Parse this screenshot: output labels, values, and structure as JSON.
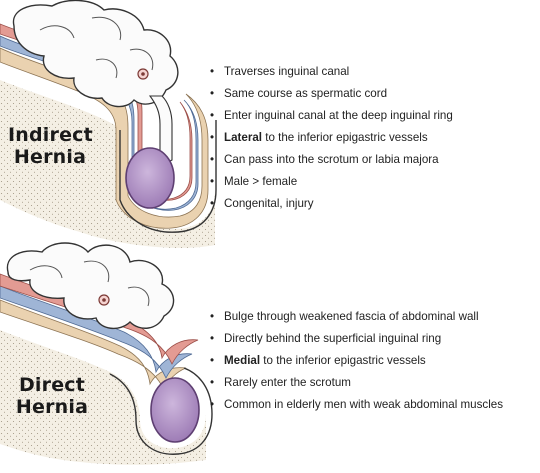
{
  "indirect": {
    "title_line1": "Indirect",
    "title_line2": "Hernia",
    "points": [
      {
        "bold": "",
        "text": "Traverses inguinal canal"
      },
      {
        "bold": "",
        "text": "Same course as spermatic cord"
      },
      {
        "bold": "",
        "text": "Enter inguinal canal at the deep inguinal ring"
      },
      {
        "bold": "Lateral",
        "text": " to the inferior epigastric vessels"
      },
      {
        "bold": "",
        "text": "Can pass into the scrotum or labia majora"
      },
      {
        "bold": "",
        "text": "Male > female"
      },
      {
        "bold": "",
        "text": "Congenital, injury"
      }
    ]
  },
  "direct": {
    "title_line1": "Direct",
    "title_line2": "Hernia",
    "points": [
      {
        "bold": "",
        "text": "Bulge through weakened fascia of abdominal wall"
      },
      {
        "bold": "",
        "text": "Directly behind the superficial inguinal ring"
      },
      {
        "bold": "Medial",
        "text": " to the inferior epigastric vessels"
      },
      {
        "bold": "",
        "text": "Rarely enter the scrotum"
      },
      {
        "bold": "",
        "text": "Common in elderly men with weak abdominal muscles"
      }
    ]
  },
  "bullet": "•",
  "colors": {
    "sac": "#b79ac9",
    "sac_outline": "#5e3f72",
    "muscle_red": "#d98c86",
    "fascia_blue": "#8fa6c8",
    "fascia_tan": "#e7c9a3",
    "fat_stipple": "#efe9dd",
    "skin_outline": "#333333",
    "gut_fill": "#fbfbfb"
  }
}
